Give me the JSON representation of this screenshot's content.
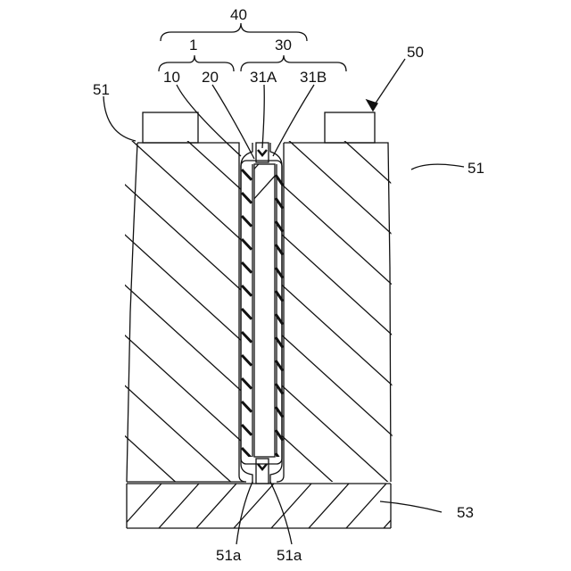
{
  "labels": {
    "l40": "40",
    "l1": "1",
    "l30": "30",
    "l10": "10",
    "l20": "20",
    "l31A": "31A",
    "l31B": "31B",
    "l50": "50",
    "l51_left": "51",
    "l51_right": "51",
    "l53": "53",
    "l51a_left": "51a",
    "l51a_right": "51a"
  }
}
